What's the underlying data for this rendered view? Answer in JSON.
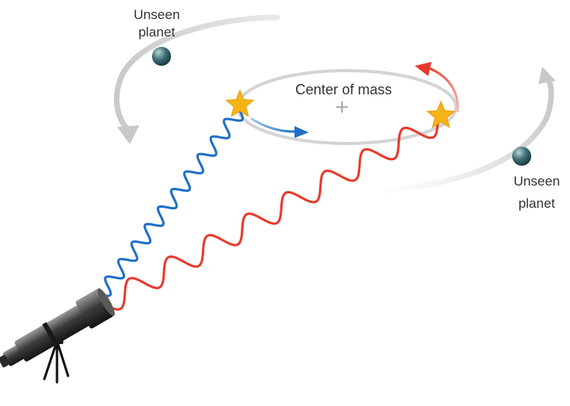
{
  "labels": {
    "planet_left_line1": "Unseen",
    "planet_left_line2": "planet",
    "planet_right_line1": "Unseen",
    "planet_right_line2": "planet",
    "center_of_mass": "Center of mass"
  },
  "colors": {
    "blueshift_wave": "#1f6fc6",
    "redshift_wave": "#e8392b",
    "orbit_gray": "#c8c8c8",
    "star": "#f7b316",
    "planet": "#3f7078"
  },
  "icons": {
    "telescope": "telescope-icon",
    "star": "star-icon",
    "planet": "planet-icon",
    "center_marker": "plus-icon"
  }
}
